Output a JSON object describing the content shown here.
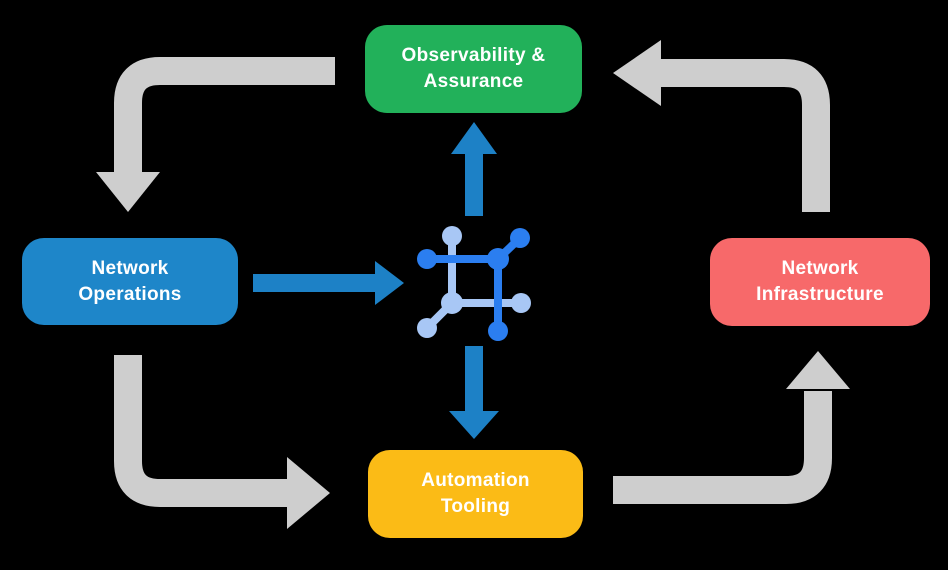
{
  "diagram": {
    "title": "Network automation lifecycle diagram",
    "nodes": {
      "top": {
        "id": "observability-assurance",
        "lines": [
          "Observability &",
          "Assurance"
        ]
      },
      "left": {
        "id": "network-operations",
        "lines": [
          "Network",
          "Operations"
        ]
      },
      "right": {
        "id": "network-infrastructure",
        "lines": [
          "Network",
          "Infrastructure"
        ]
      },
      "bottom": {
        "id": "automation-tooling",
        "lines": [
          "Automation",
          "Tooling"
        ]
      }
    },
    "center_icon": "network-mesh-icon",
    "arrows": {
      "gray_cycle": [
        "observability-assurance -> network-operations",
        "network-operations -> automation-tooling",
        "automation-tooling -> network-infrastructure",
        "network-infrastructure -> observability-assurance"
      ],
      "blue": [
        "network-operations -> center-icon",
        "center-icon -> observability-assurance",
        "center-icon -> automation-tooling"
      ]
    }
  },
  "colors": {
    "background": "#000000",
    "green": "#22b15a",
    "blue": "#1e86c9",
    "red": "#f7696a",
    "yellow": "#fbbb16",
    "gray_arrow": "#cecece",
    "blue_arrow": "#1d81c6",
    "icon_dark_blue": "#2b7ef0",
    "icon_light_blue": "#a8c7f5",
    "text": "#ffffff"
  }
}
